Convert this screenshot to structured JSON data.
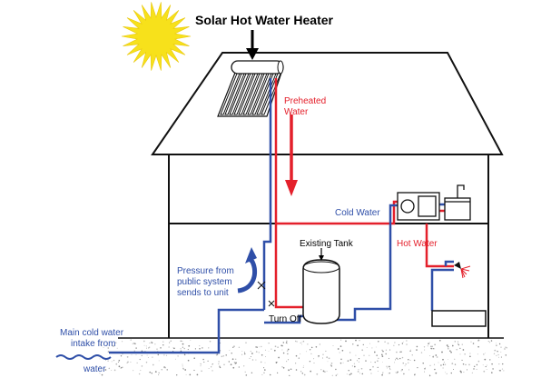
{
  "title": "Solar Hot Water Heater",
  "labels": {
    "preheated_line1": "Preheated",
    "preheated_line2": "Water",
    "cold_water": "Cold Water",
    "hot_water": "Hot Water",
    "existing_tank": "Existing Tank",
    "pressure_line1": "Pressure from",
    "pressure_line2": "public  system",
    "pressure_line3": "sends to unit",
    "turn_off": "Turn Off",
    "main_line1": "Main cold water",
    "main_line2": "intake from",
    "main_line3": "water"
  },
  "colors": {
    "hot_pipe": "#e4202b",
    "cold_pipe": "#2f4fa8",
    "outline": "#111111",
    "sun": "#f7e11b"
  },
  "icons": [
    "sun-icon",
    "solar-collector-icon",
    "water-tank-icon",
    "sink-icon",
    "washer-icon",
    "shower-icon",
    "bathtub-icon",
    "valve-icon"
  ]
}
